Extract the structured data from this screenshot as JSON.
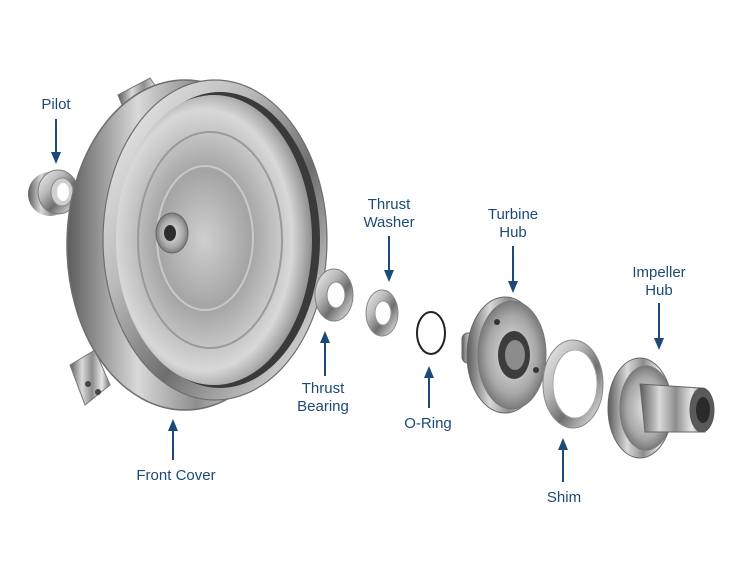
{
  "diagram": {
    "label_color": "#1b4a78",
    "arrow_color": "#1b4a78",
    "parts": [
      {
        "id": "pilot",
        "label": "Pilot"
      },
      {
        "id": "thrust-washer",
        "label": "Thrust\nWasher"
      },
      {
        "id": "turbine-hub",
        "label": "Turbine\nHub"
      },
      {
        "id": "impeller-hub",
        "label": "Impeller\nHub"
      },
      {
        "id": "thrust-bearing",
        "label": "Thrust\nBearing"
      },
      {
        "id": "o-ring",
        "label": "O-Ring"
      },
      {
        "id": "front-cover",
        "label": "Front Cover"
      },
      {
        "id": "shim",
        "label": "Shim"
      }
    ]
  }
}
